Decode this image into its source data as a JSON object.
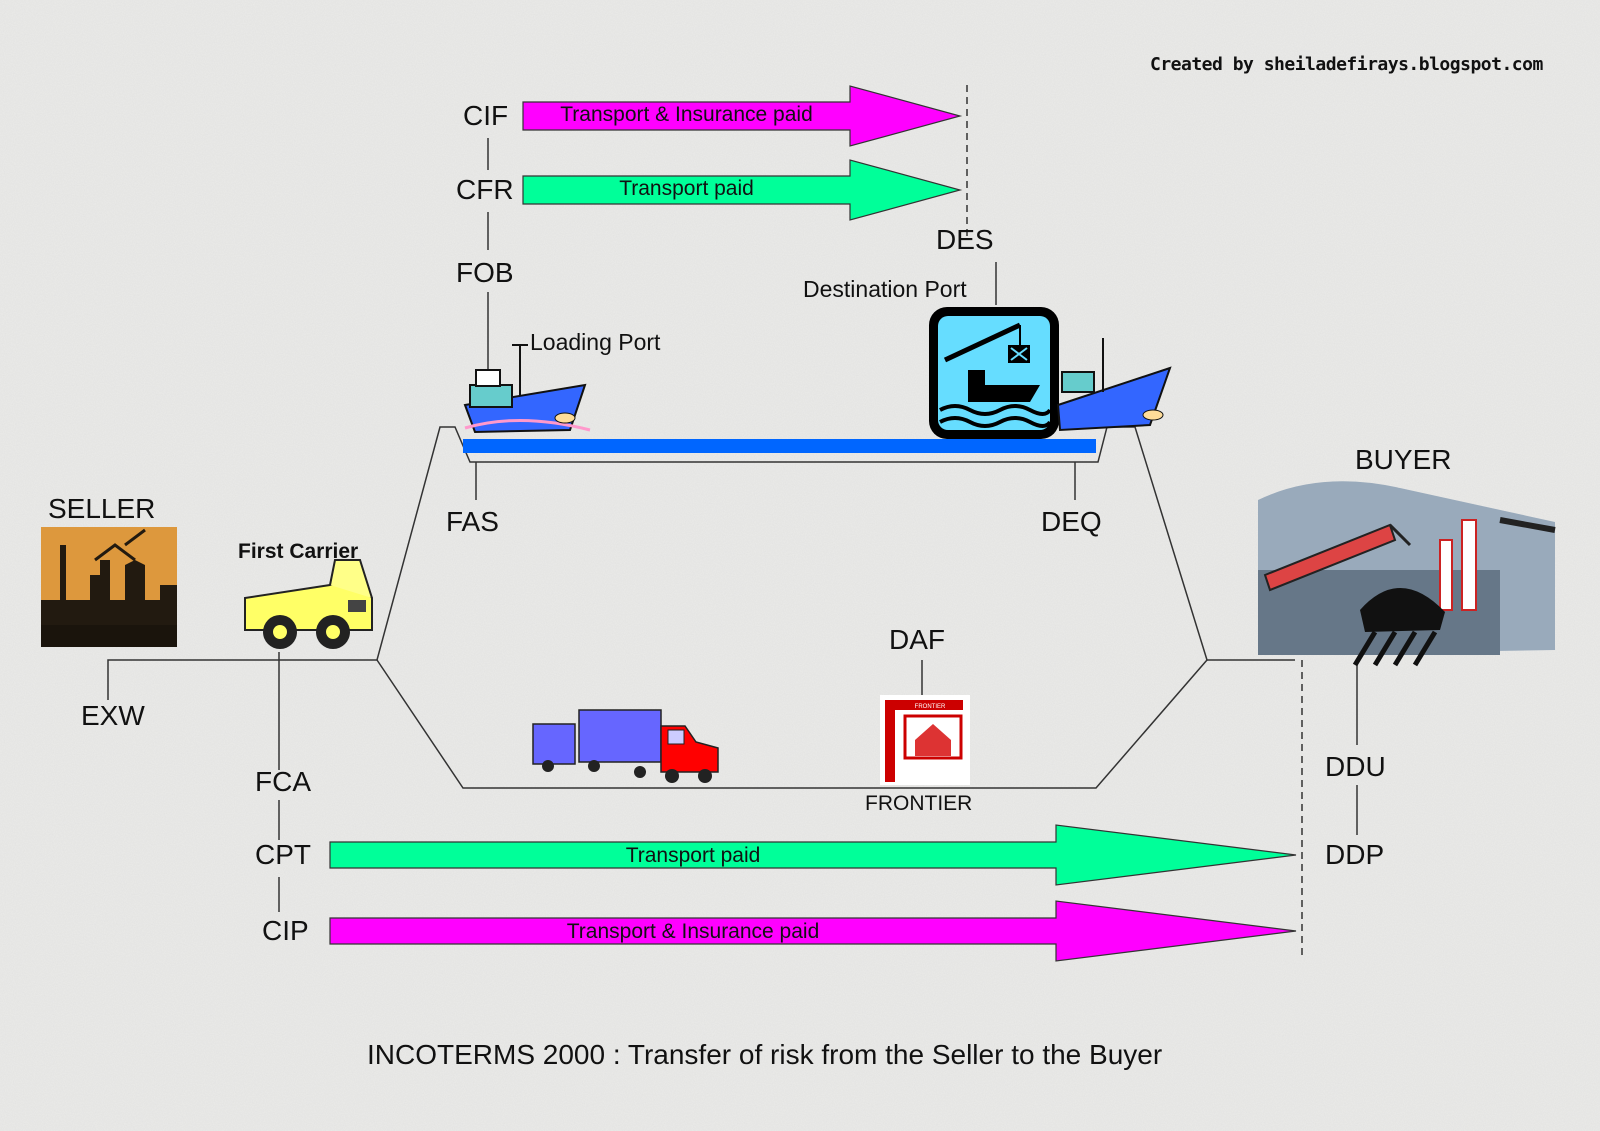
{
  "credit": "Created by sheiladefirays.blogspot.com",
  "caption": "INCOTERMS 2000 : Transfer of risk from the Seller to the Buyer",
  "parties": {
    "seller": "SELLER",
    "buyer": "BUYER"
  },
  "places": {
    "first_carrier": "First Carrier",
    "loading_port": "Loading Port",
    "destination_port": "Destination Port",
    "frontier": "FRONTIER"
  },
  "terms": {
    "exw": "EXW",
    "fca": "FCA",
    "cpt": "CPT",
    "cip": "CIP",
    "fas": "FAS",
    "fob": "FOB",
    "cfr": "CFR",
    "cif": "CIF",
    "des": "DES",
    "deq": "DEQ",
    "daf": "DAF",
    "ddu": "DDU",
    "ddp": "DDP"
  },
  "arrows": {
    "cif": "Transport & Insurance paid",
    "cfr": "Transport paid",
    "cpt": "Transport paid",
    "cip": "Transport & Insurance paid"
  },
  "sign_text": "FRONTIER",
  "colors": {
    "magenta": "#ff00ff",
    "green": "#00ff99",
    "water": "#0066ff",
    "truck_red": "#ff0000",
    "truck_blue": "#6666ff",
    "dump_yellow": "#ffff66"
  },
  "icons": [
    "factory-icon",
    "dump-truck-icon",
    "ship-icon",
    "port-crane-icon",
    "lorry-icon",
    "frontier-sign-icon",
    "coal-plant-icon"
  ]
}
